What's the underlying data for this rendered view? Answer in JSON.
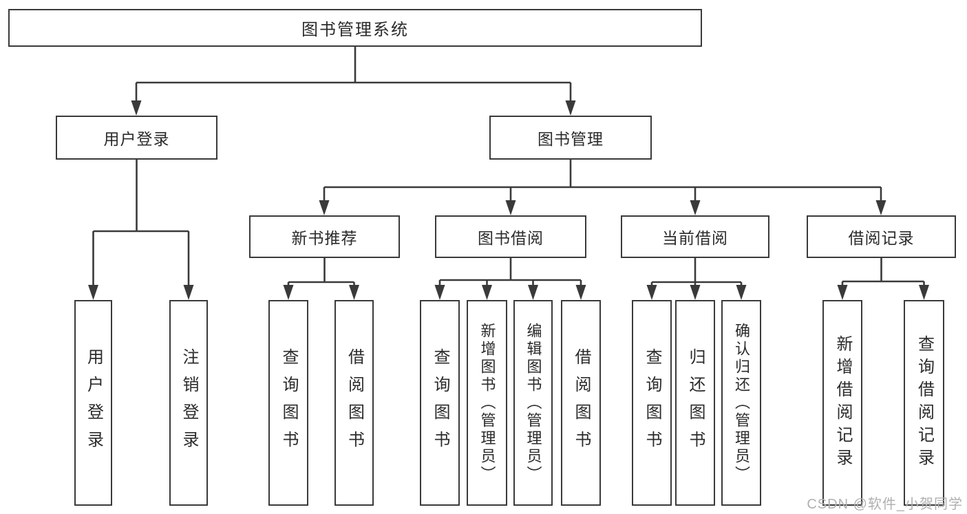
{
  "watermark": "CSDN @软件_小贺同学",
  "colors": {
    "line": "#3a3a3a",
    "box_border": "#3a3a3a",
    "text": "#2b2b2b",
    "watermark": "#b0b0b0",
    "background": "#ffffff"
  },
  "tree": {
    "label": "图书管理系统",
    "children": [
      {
        "label": "用户登录",
        "children": [
          {
            "label": "用户登录"
          },
          {
            "label": "注销登录"
          }
        ]
      },
      {
        "label": "图书管理",
        "children": [
          {
            "label": "新书推荐",
            "children": [
              {
                "label": "查询图书"
              },
              {
                "label": "借阅图书"
              }
            ]
          },
          {
            "label": "图书借阅",
            "children": [
              {
                "label": "查询图书"
              },
              {
                "label": "新增图书（管理员）"
              },
              {
                "label": "编辑图书（管理员）"
              },
              {
                "label": "借阅图书"
              }
            ]
          },
          {
            "label": "当前借阅",
            "children": [
              {
                "label": "查询图书"
              },
              {
                "label": "归还图书"
              },
              {
                "label": "确认归还（管理员）"
              }
            ]
          },
          {
            "label": "借阅记录",
            "children": [
              {
                "label": "新增借阅记录"
              },
              {
                "label": "查询借阅记录"
              }
            ]
          }
        ]
      }
    ]
  }
}
